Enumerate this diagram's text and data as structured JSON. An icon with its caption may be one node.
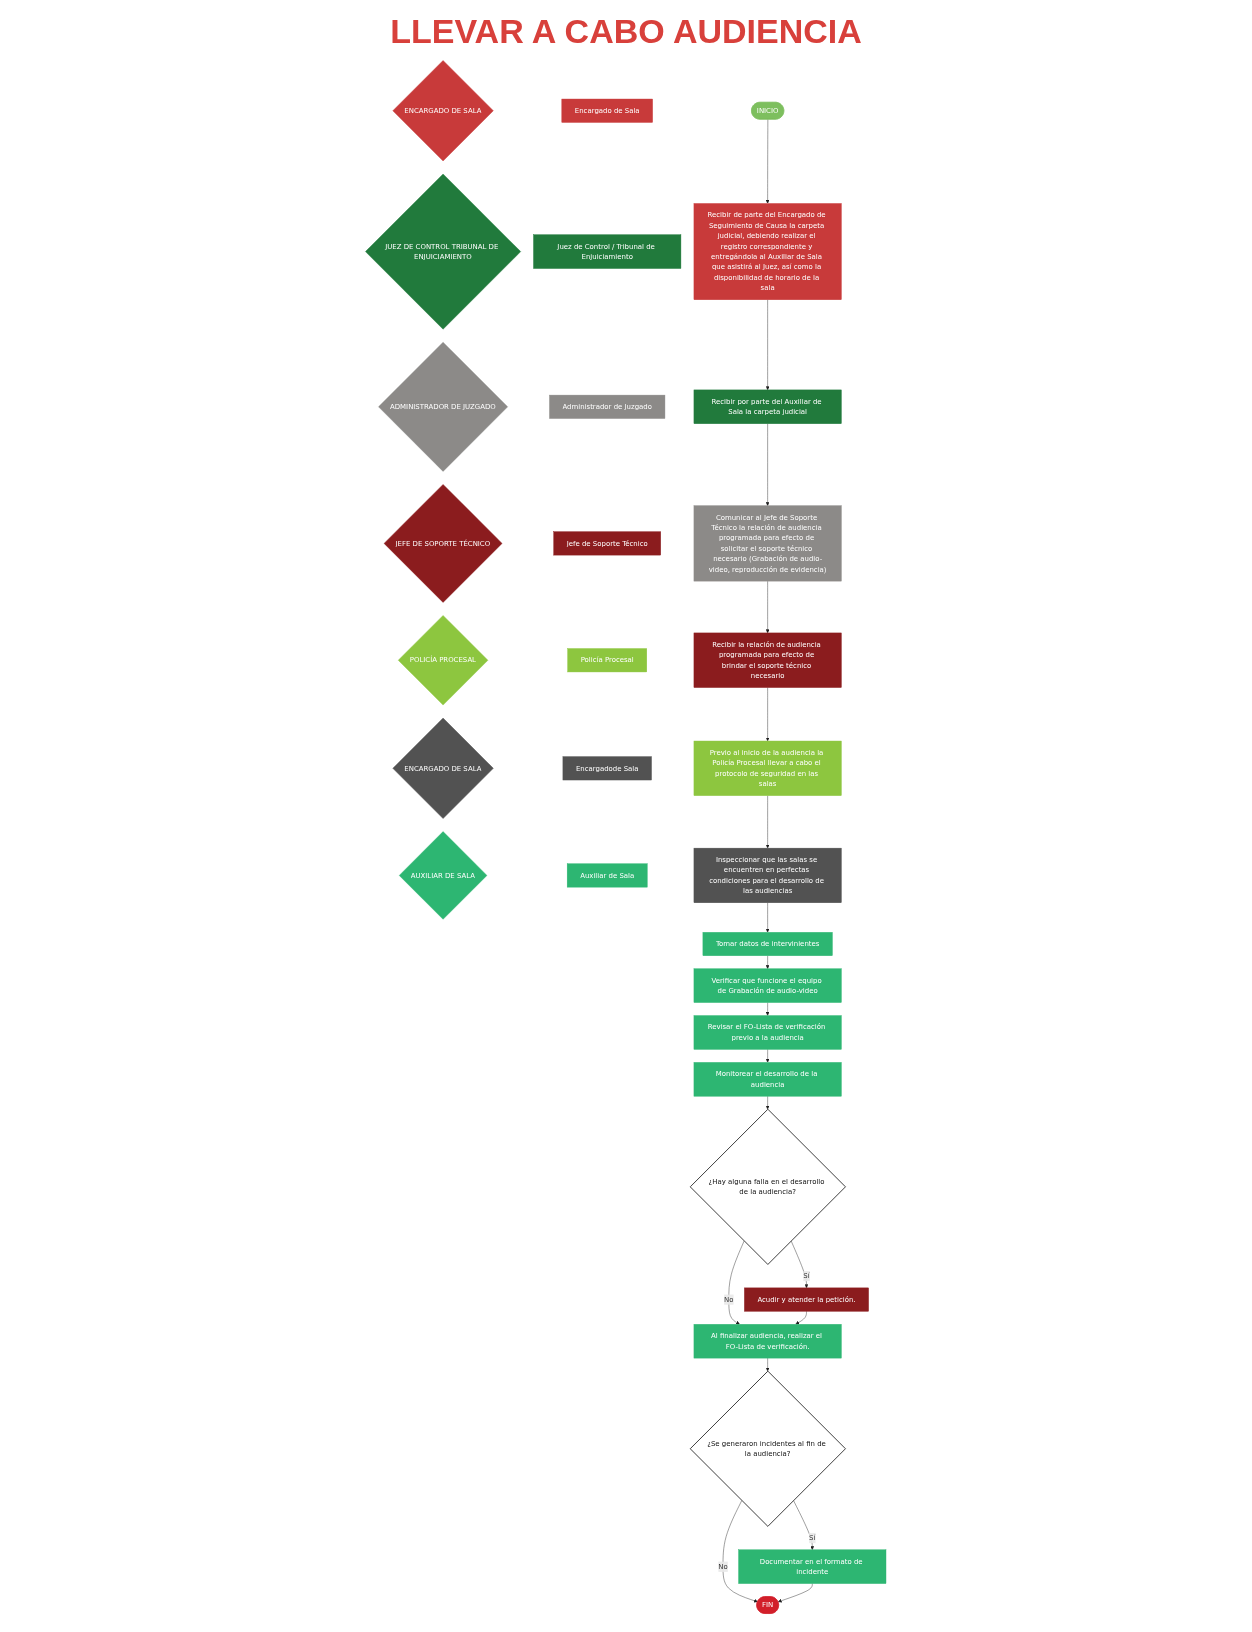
{
  "diagram": {
    "title": "LLEVAR A CABO AUDIENCIA",
    "nodes": [
      {
        "text": [
          "ENCARGADO DE SALA"
        ]
      },
      {
        "text": [
          "JUEZ DE CONTROL TRIBUNAL DE ENJUICIAMIENTO"
        ]
      },
      {
        "text": [
          "ADMINISTRADOR DE JUZGADO"
        ]
      },
      {
        "text": [
          "JEFE DE SOPORTE TÉCNICO"
        ]
      },
      {
        "text": [
          "POLICÍA PROCESAL"
        ]
      },
      {
        "text": [
          "ENCARGADO DE SALA"
        ]
      },
      {
        "text": [
          "AUXILIAR DE SALA"
        ]
      },
      {
        "text": [
          "Encargado de Sala"
        ]
      },
      {
        "text": [
          "Juez de Control / Tribunal de Enjuiciamiento"
        ]
      },
      {
        "text": [
          "Administrador de Juzgado"
        ]
      },
      {
        "text": [
          "Jefe de Soporte Técnico"
        ]
      },
      {
        "text": [
          "Policía Procesal"
        ]
      },
      {
        "text": [
          "Encargadode Sala"
        ]
      },
      {
        "text": [
          "Auxiliar de Sala"
        ]
      },
      {
        "text": [
          "INICIO"
        ]
      },
      {
        "text": [
          "Recibir de parte del Encargado de Seguimiento de Causa la carpeta judicial, debiendo realizar el registro correspondiente y entregándola al Auxiliar de Sala que asistirá al Juez, así como la disponibilidad de horario de la sala"
        ]
      },
      {
        "text": [
          "Recibir por parte del Auxiliar de Sala la carpeta judicial"
        ]
      },
      {
        "text": [
          "Comunicar al Jefe de Soporte Técnico la relación de audiencia programada para efecto de solicitar el soporte técnico necesario (Grabación de audio-video, reproducción de evidencia)"
        ]
      },
      {
        "text": [
          "Recibir la relación de audiencia programada para efecto de brindar el soporte técnico necesario"
        ]
      },
      {
        "text": [
          "Previo al inicio de la audiencia la Policía Procesal llevar a cabo el protocolo de seguridad en las salas"
        ]
      },
      {
        "text": [
          "Inspeccionar que las salas se encuentren en perfectas condiciones para el desarrollo de las audiencias"
        ]
      },
      {
        "text": [
          "Tomar datos de intervinientes"
        ]
      },
      {
        "text": [
          "Verificar que funcione el equipo de Grabación de audio-video"
        ]
      },
      {
        "text": [
          "Revisar el FO-Lista de verificación previo a la audiencia"
        ]
      },
      {
        "text": [
          "Monitorear el desarrollo de la audiencia"
        ]
      },
      {
        "text": [
          "¿Hay alguna falla en el desarrollo de la audiencia?"
        ]
      },
      {
        "text": [
          "Al finalizar audiencia, realizar el FO-Lista de verificación."
        ]
      },
      {
        "text": [
          "¿Se generaron incidentes al fin de la audiencia?"
        ]
      },
      {
        "text": [
          "Documentar en el formato de incidente"
        ]
      },
      {
        "text": [
          "FIN"
        ]
      },
      {
        "text": [
          "Acudir y atender la petición."
        ]
      }
    ],
    "edges": [
      {
        "from": 14,
        "to": 15,
        "arrow": "to"
      },
      {
        "from": 15,
        "to": 16,
        "arrow": "to"
      },
      {
        "from": 16,
        "to": 17,
        "arrow": "to"
      },
      {
        "from": 17,
        "to": 18,
        "arrow": "to"
      },
      {
        "from": 18,
        "to": 19,
        "arrow": "to"
      },
      {
        "from": 19,
        "to": 20,
        "arrow": "to"
      },
      {
        "from": 20,
        "to": 21,
        "arrow": "to"
      },
      {
        "from": 21,
        "to": 22,
        "arrow": "to"
      },
      {
        "from": 22,
        "to": 23,
        "arrow": "to"
      },
      {
        "from": 23,
        "to": 24,
        "arrow": "to"
      },
      {
        "from": 24,
        "to": 25,
        "arrow": "to"
      },
      {
        "from": 25,
        "to": 26,
        "label": "No",
        "arrow": "to"
      },
      {
        "from": 25,
        "to": 30,
        "label": "Sí",
        "arrow": "to"
      },
      {
        "from": 30,
        "to": 26,
        "arrow": "to"
      },
      {
        "from": 26,
        "to": 27,
        "arrow": "to"
      },
      {
        "from": 27,
        "to": 28,
        "label": "Sí",
        "arrow": "to"
      },
      {
        "from": 27,
        "to": 29,
        "label": "No",
        "arrow": "to"
      },
      {
        "from": 28,
        "to": 29,
        "arrow": "to"
      }
    ]
  }
}
